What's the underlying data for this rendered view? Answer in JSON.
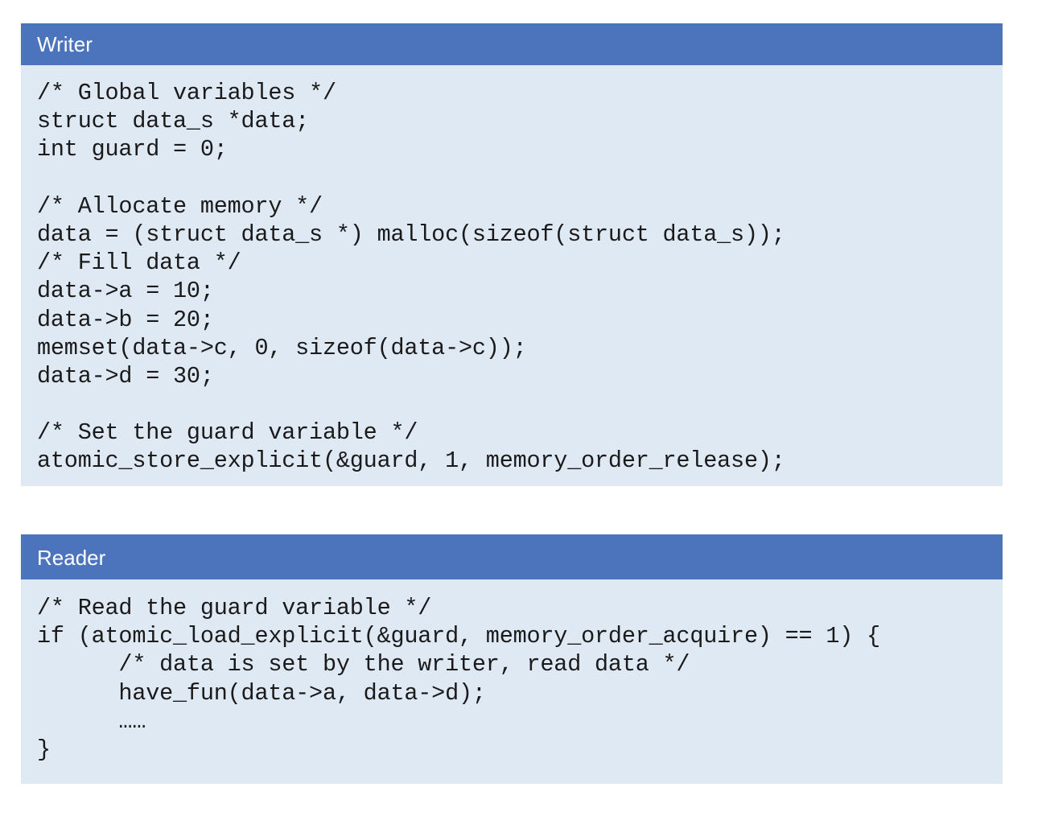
{
  "writer": {
    "title": "Writer",
    "lines": [
      "/* Global variables */",
      "struct data_s *data;",
      "int guard = 0;",
      "",
      "/* Allocate memory */",
      "data = (struct data_s *) malloc(sizeof(struct data_s));",
      "/* Fill data */",
      "data->a = 10;",
      "data->b = 20;",
      "memset(data->c, 0, sizeof(data->c));",
      "data->d = 30;",
      "",
      "/* Set the guard variable */",
      "atomic_store_explicit(&guard, 1, memory_order_release);"
    ]
  },
  "reader": {
    "title": "Reader",
    "lines": [
      "/* Read the guard variable */",
      "if (atomic_load_explicit(&guard, memory_order_acquire) == 1) {",
      "      /* data is set by the writer, read data */",
      "      have_fun(data->a, data->d);",
      "      ……",
      "}"
    ]
  },
  "colors": {
    "header_bg": "#4c74bd",
    "panel_bg": "#dfe9f4",
    "header_text": "#ffffff",
    "code_text": "#1a1a1a"
  }
}
